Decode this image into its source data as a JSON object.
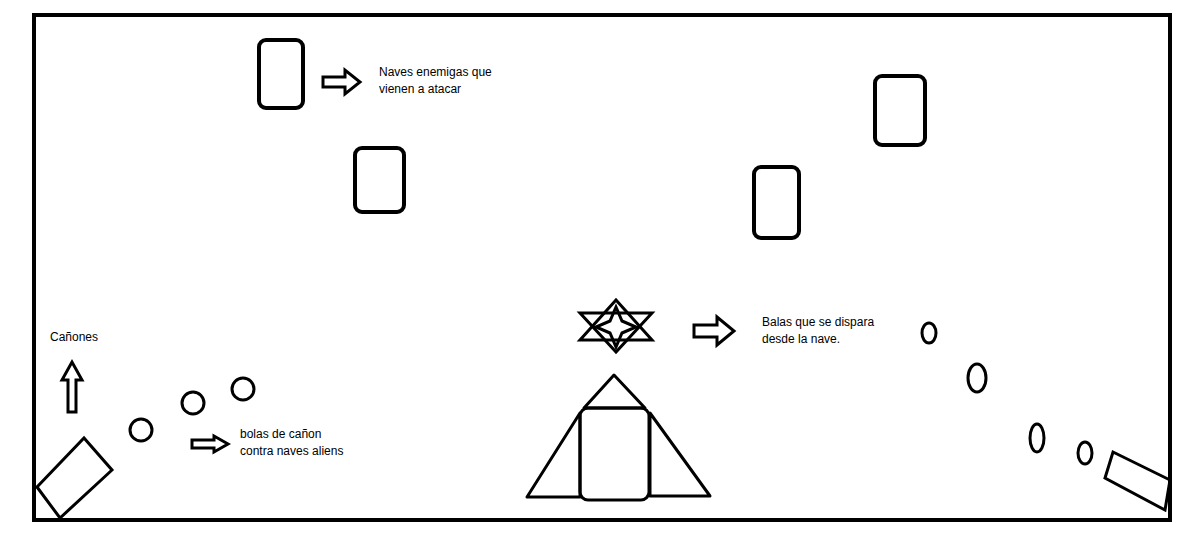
{
  "diagram": {
    "labels": [
      "Naves enemigas que vienen a atacar",
      "Balas que se dispara desde la nave.",
      "Cañones",
      "bolas de cañon contra naves aliens"
    ]
  }
}
